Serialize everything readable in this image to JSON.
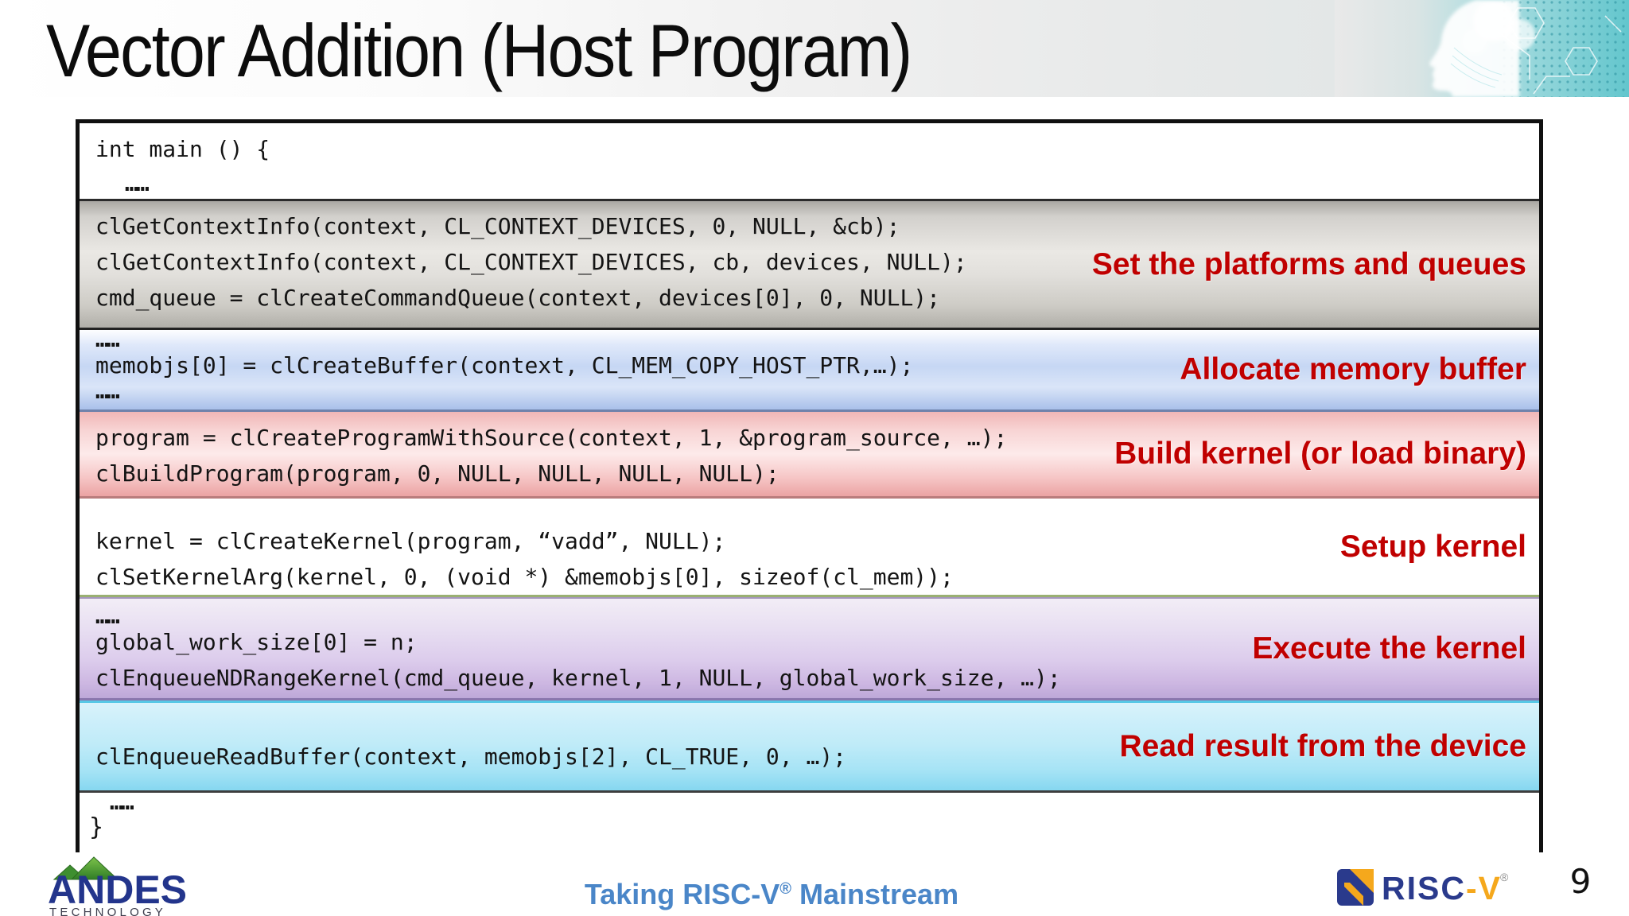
{
  "slide": {
    "title": "Vector Addition (Host Program)",
    "page_number": "9"
  },
  "code_block": {
    "intro_line": "int main () {",
    "dots": "……",
    "closing_brace": "}",
    "bands": [
      {
        "name": "set-platforms-and-queues",
        "label": "Set the platforms and queues",
        "band_color": "#d8d6d2",
        "lines": [
          "clGetContextInfo(context, CL_CONTEXT_DEVICES, 0, NULL, &cb);",
          "clGetContextInfo(context, CL_CONTEXT_DEVICES, cb, devices, NULL);",
          "cmd_queue = clCreateCommandQueue(context, devices[0], 0, NULL);"
        ]
      },
      {
        "name": "allocate-memory-buffer",
        "label": "Allocate memory buffer",
        "band_color": "#c6d7f4",
        "lines": [
          "memobjs[0] = clCreateBuffer(context, CL_MEM_COPY_HOST_PTR,…);"
        ]
      },
      {
        "name": "build-kernel",
        "label": "Build kernel (or load binary)",
        "band_color": "#fdeaea",
        "lines": [
          "program = clCreateProgramWithSource(context, 1, &program_source, …);",
          "clBuildProgram(program, 0, NULL, NULL, NULL, NULL);"
        ]
      },
      {
        "name": "setup-kernel",
        "label": "Setup kernel",
        "band_color": "#eaf4cd",
        "lines": [
          "kernel = clCreateKernel(program, “vadd”, NULL);",
          "clSetKernelArg(kernel, 0, (void *) &memobjs[0], sizeof(cl_mem));"
        ]
      },
      {
        "name": "execute-kernel",
        "label": "Execute the kernel",
        "band_color": "#dcccec",
        "lines": [
          "global_work_size[0] = n;",
          "clEnqueueNDRangeKernel(cmd_queue, kernel, 1, NULL, global_work_size, …);"
        ]
      },
      {
        "name": "read-result",
        "label": "Read result from the device",
        "band_color": "#bfebf8",
        "lines": [
          "clEnqueueReadBuffer(context, memobjs[2], CL_TRUE, 0, …);"
        ]
      }
    ]
  },
  "footer": {
    "andes_logo": {
      "name_text": "ANDES",
      "sub_text": "TECHNOLOGY"
    },
    "tagline": {
      "prefix": "Taking RISC-V",
      "reg": "®",
      "suffix": " Mainstream"
    },
    "riscv_logo": {
      "text_risc": "RISC",
      "text_v": "-V",
      "reg": "®"
    }
  },
  "icons": {
    "ai-head-graphic": "digital-face-circuit-art",
    "andes-mountains-icon": "green-mountain-peaks",
    "riscv-logo-icon": "blue-square-yellow-v"
  },
  "colors": {
    "label_red": "#c00000",
    "tagline_blue": "#4a86c8",
    "riscv_navy": "#2a3a8c",
    "riscv_yellow": "#f5a81c",
    "andes_navy": "#23358c",
    "andes_green": "#55a82f",
    "code_border": "#101010",
    "header_teal": "#7fd2d6"
  }
}
